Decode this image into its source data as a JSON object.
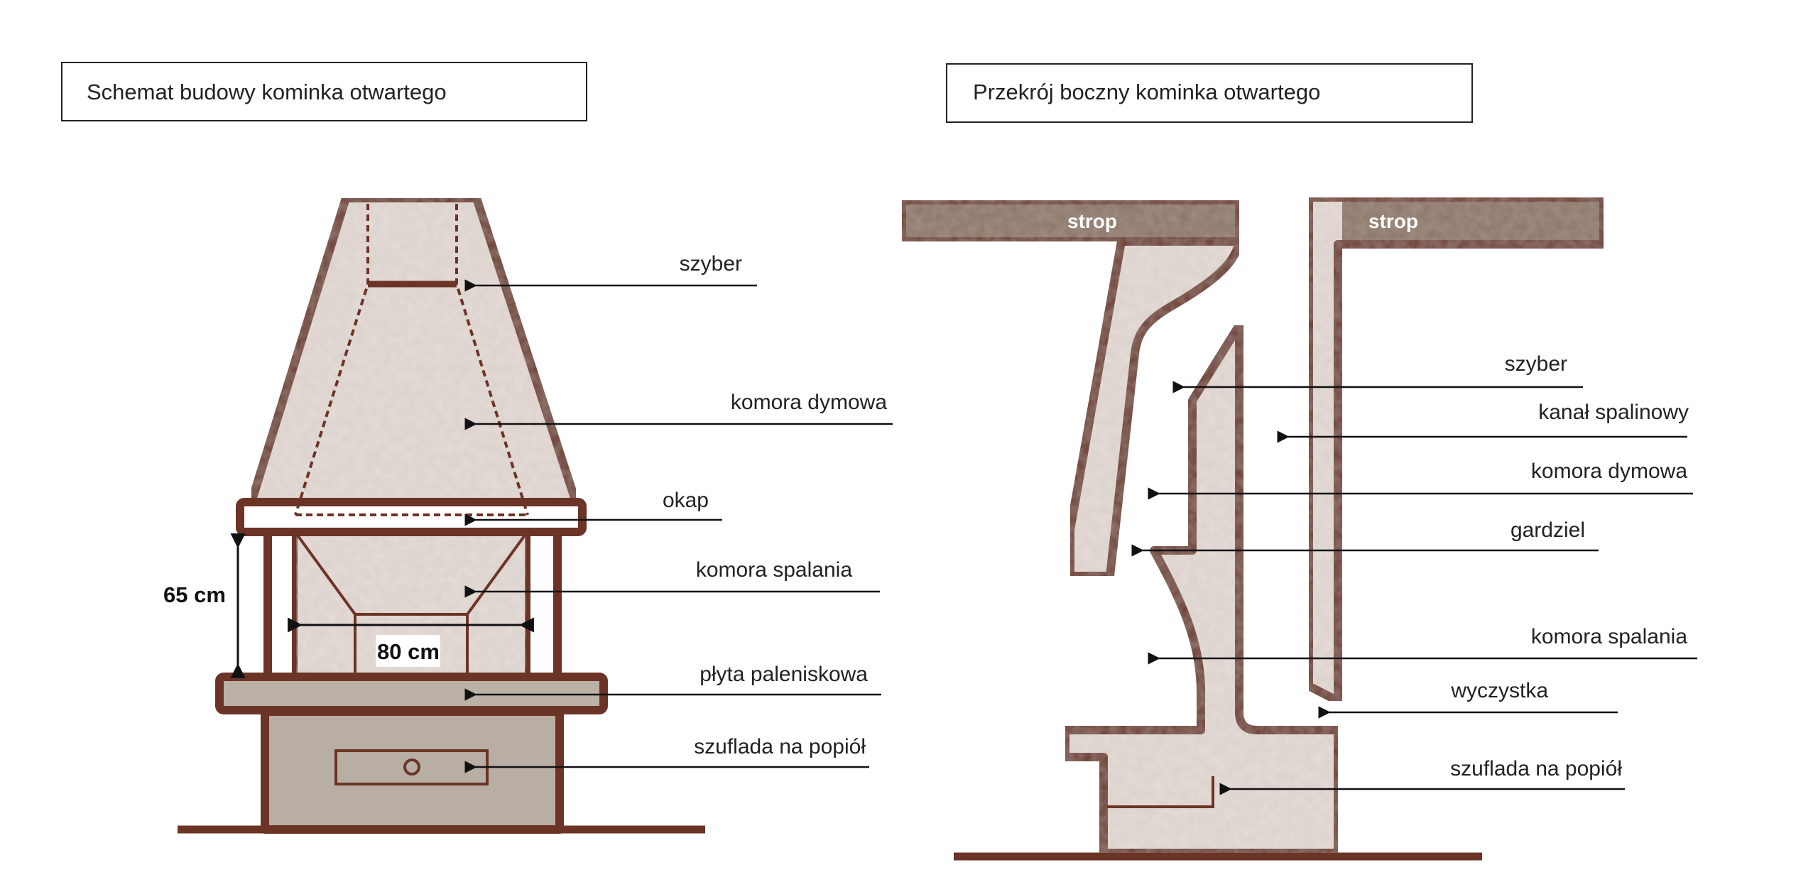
{
  "left_panel": {
    "title": "Schemat budowy kominka otwartego",
    "dimensions": {
      "height": "65 cm",
      "width": "80 cm"
    },
    "labels": [
      "szyber",
      "komora dymowa",
      "okap",
      "komora spalania",
      "płyta paleniskowa",
      "szuflada na popiół"
    ]
  },
  "right_panel": {
    "title": "Przekrój boczny kominka otwartego",
    "ceiling_labels": [
      "strop",
      "strop"
    ],
    "labels": [
      "szyber",
      "kanał spalinowy",
      "komora dymowa",
      "gardziel",
      "komora spalania",
      "wyczystka",
      "szuflada na popiół"
    ]
  },
  "colors": {
    "outline": "#6b3426",
    "masonry": "#e6ddd8",
    "base": "#b9aea3",
    "ceiling": "#8a7565"
  }
}
